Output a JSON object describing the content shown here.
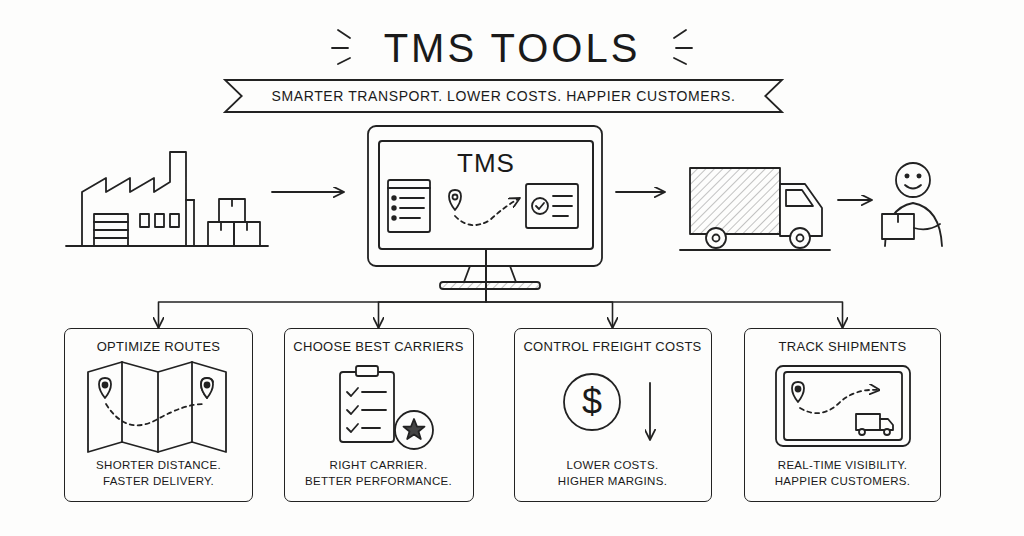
{
  "diagram": {
    "title": "TMS TOOLS",
    "nodes": [
      {
        "text": [
          "SMARTER TRANSPORT. LOWER COSTS. HAPPIER CUSTOMERS."
        ]
      },
      {
        "text": [
          "TMS"
        ]
      },
      {
        "text": [
          "OPTIMIZE ROUTES",
          "SHORTER DISTANCE. FASTER DELIVERY."
        ]
      },
      {
        "text": [
          "CHOOSE BEST CARRIERS",
          "RIGHT CARRIER. BETTER PERFORMANCE."
        ]
      },
      {
        "text": [
          "CONTROL FREIGHT COSTS",
          "LOWER COSTS. HIGHER MARGINS."
        ]
      },
      {
        "text": [
          "TRACK SHIPMENTS",
          "REAL-TIME VISIBILITY. HAPPIER CUSTOMERS."
        ]
      }
    ],
    "edges": [
      {
        "from": 1,
        "to": 2,
        "arrow": "to"
      },
      {
        "from": 1,
        "to": 3,
        "arrow": "to"
      },
      {
        "from": 1,
        "to": 4,
        "arrow": "to"
      },
      {
        "from": 1,
        "to": 5,
        "arrow": "to"
      }
    ],
    "labels": [
      "$"
    ]
  }
}
